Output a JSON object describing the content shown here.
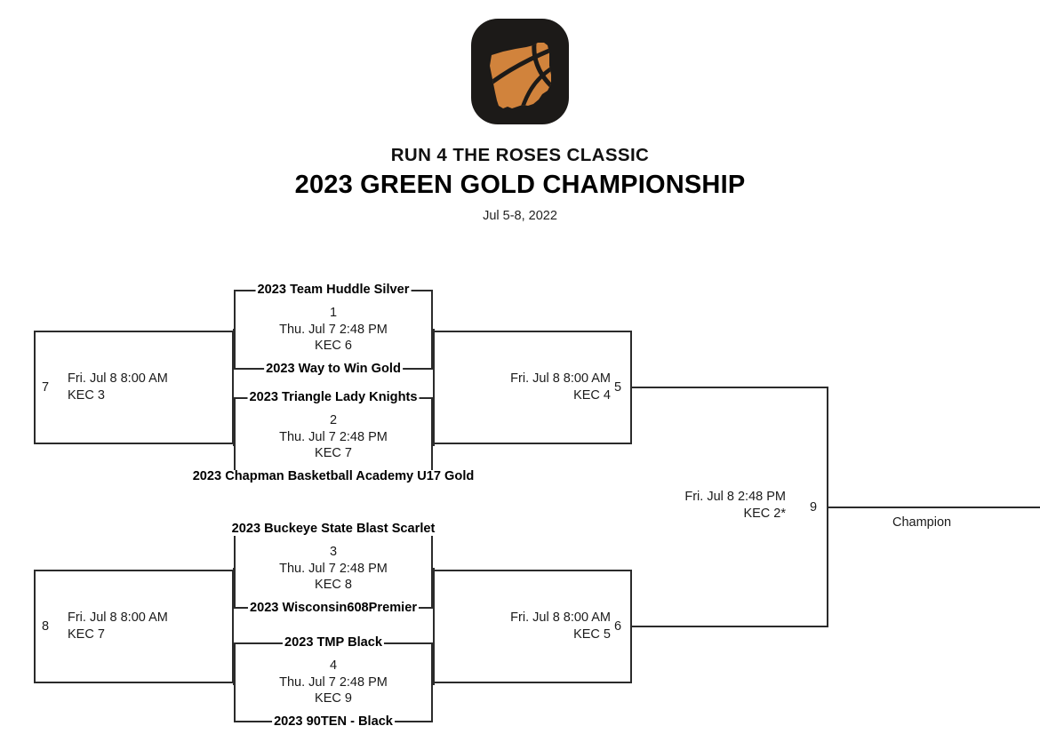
{
  "header": {
    "logo_alt": "ohio-basketball-logo",
    "logo_bg_color": "#1c1a18",
    "logo_accent_color": "#d1833c",
    "tournament_name": "RUN 4 THE ROSES CLASSIC",
    "division_title": "2023 GREEN GOLD CHAMPIONSHIP",
    "date_range": "Jul 5-8, 2022"
  },
  "bracket": {
    "champion_label": "Champion",
    "games": [
      {
        "id": "game-1",
        "number": "1",
        "time": "Thu. Jul 7 2:48 PM",
        "court": "KEC 6",
        "team_top": "2023 Team Huddle Silver",
        "team_bottom": "2023 Way to Win Gold"
      },
      {
        "id": "game-2",
        "number": "2",
        "time": "Thu. Jul 7 2:48 PM",
        "court": "KEC 7",
        "team_top": "2023 Triangle Lady Knights",
        "team_bottom": "2023 Chapman Basketball Academy U17 Gold"
      },
      {
        "id": "game-3",
        "number": "3",
        "time": "Thu. Jul 7 2:48 PM",
        "court": "KEC 8",
        "team_top": "2023 Buckeye State Blast Scarlet",
        "team_bottom": "2023 Wisconsin608Premier"
      },
      {
        "id": "game-4",
        "number": "4",
        "time": "Thu. Jul 7 2:48 PM",
        "court": "KEC 9",
        "team_top": "2023 TMP Black",
        "team_bottom": "2023 90TEN - Black"
      },
      {
        "id": "game-5",
        "number": "5",
        "time": "Fri. Jul 8 8:00 AM",
        "court": "KEC 4"
      },
      {
        "id": "game-6",
        "number": "6",
        "time": "Fri. Jul 8 8:00 AM",
        "court": "KEC 5"
      },
      {
        "id": "game-7",
        "number": "7",
        "time": "Fri. Jul 8 8:00 AM",
        "court": "KEC 3"
      },
      {
        "id": "game-8",
        "number": "8",
        "time": "Fri. Jul 8 8:00 AM",
        "court": "KEC 7"
      },
      {
        "id": "game-9",
        "number": "9",
        "time": "Fri. Jul 8 2:48 PM",
        "court": "KEC 2*"
      }
    ]
  }
}
